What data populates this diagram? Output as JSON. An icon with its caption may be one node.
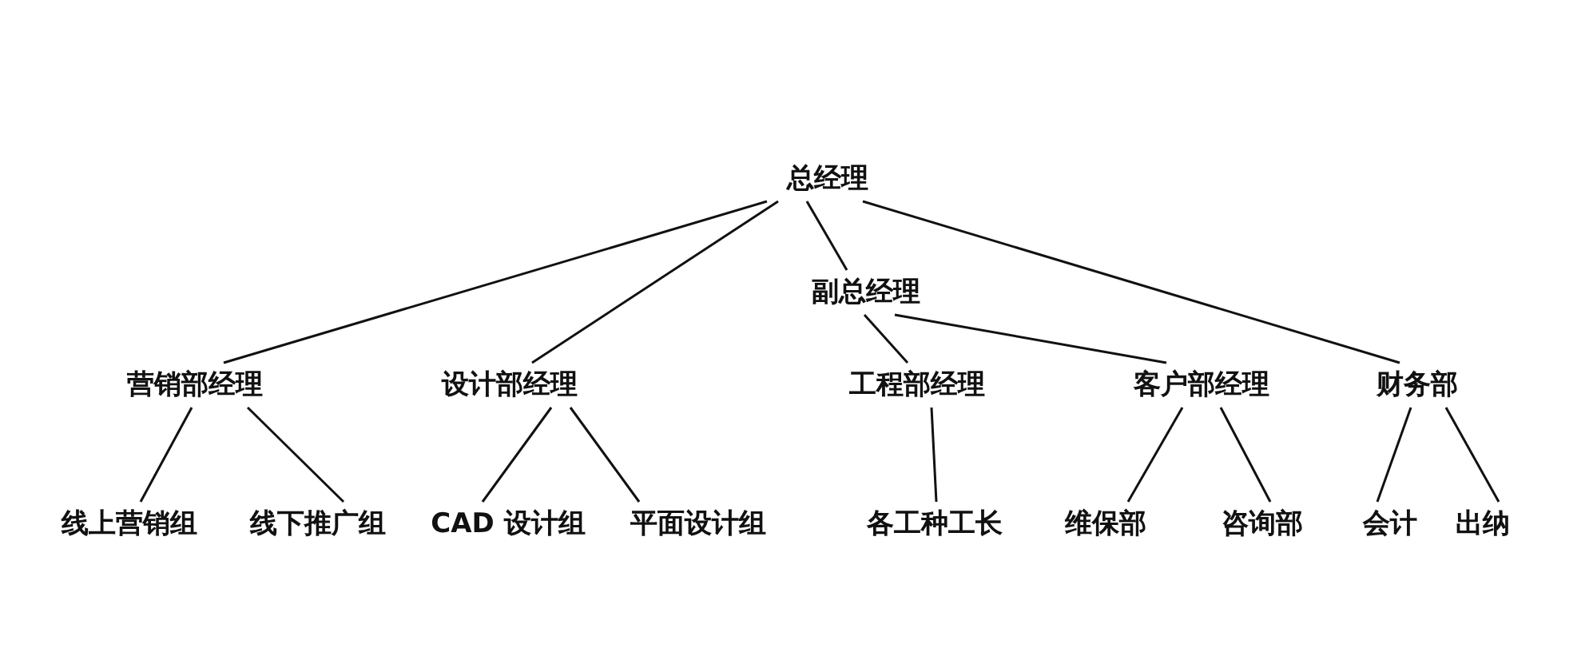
{
  "diagram": {
    "nodes": [
      {
        "text": [
          "总经理"
        ]
      },
      {
        "text": [
          "副总经理"
        ]
      },
      {
        "text": [
          "营销部经理"
        ]
      },
      {
        "text": [
          "设计部经理"
        ]
      },
      {
        "text": [
          "工程部经理"
        ]
      },
      {
        "text": [
          "客户部经理"
        ]
      },
      {
        "text": [
          "财务部"
        ]
      },
      {
        "text": [
          "线上营销组"
        ]
      },
      {
        "text": [
          "线下推广组"
        ]
      },
      {
        "text": [
          "CAD 设计组"
        ]
      },
      {
        "text": [
          "平面设计组"
        ]
      },
      {
        "text": [
          "各工种工长"
        ]
      },
      {
        "text": [
          "维保部"
        ]
      },
      {
        "text": [
          "咨询部"
        ]
      },
      {
        "text": [
          "会计"
        ]
      },
      {
        "text": [
          "出纳"
        ]
      }
    ],
    "edges": [
      {
        "from": 0,
        "to": 2,
        "arrow": "none"
      },
      {
        "from": 0,
        "to": 3,
        "arrow": "none"
      },
      {
        "from": 0,
        "to": 1,
        "arrow": "none"
      },
      {
        "from": 0,
        "to": 6,
        "arrow": "none"
      },
      {
        "from": 1,
        "to": 4,
        "arrow": "none"
      },
      {
        "from": 1,
        "to": 5,
        "arrow": "none"
      },
      {
        "from": 2,
        "to": 7,
        "arrow": "none"
      },
      {
        "from": 2,
        "to": 8,
        "arrow": "none"
      },
      {
        "from": 3,
        "to": 9,
        "arrow": "none"
      },
      {
        "from": 3,
        "to": 10,
        "arrow": "none"
      },
      {
        "from": 4,
        "to": 11,
        "arrow": "none"
      },
      {
        "from": 5,
        "to": 12,
        "arrow": "none"
      },
      {
        "from": 5,
        "to": 13,
        "arrow": "none"
      },
      {
        "from": 6,
        "to": 14,
        "arrow": "none"
      },
      {
        "from": 6,
        "to": 15,
        "arrow": "none"
      }
    ]
  }
}
